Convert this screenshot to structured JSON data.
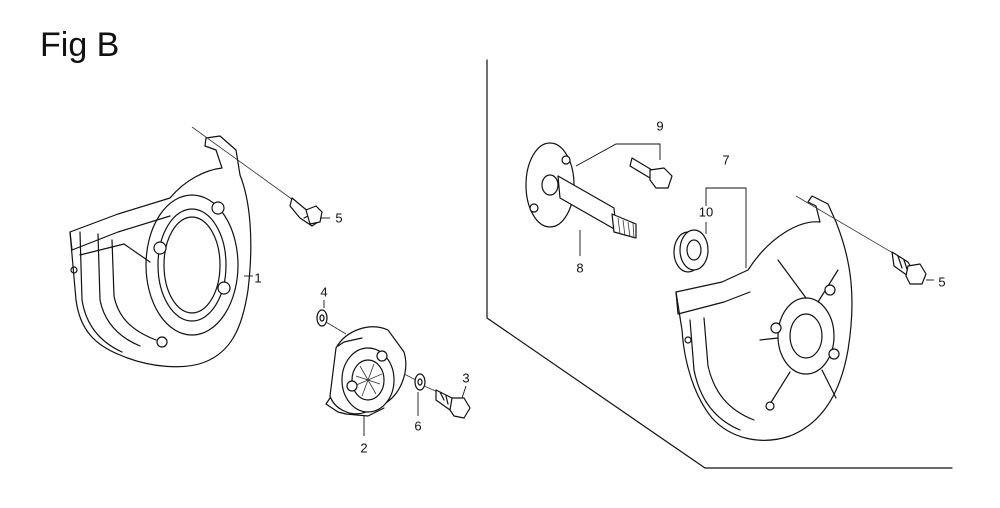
{
  "figure": {
    "title": "Fig B",
    "callouts": {
      "c1": "1",
      "c2": "2",
      "c3": "3",
      "c4": "4",
      "c5a": "5",
      "c6": "6",
      "c7": "7",
      "c8": "8",
      "c9": "9",
      "c10": "10",
      "c5b": "5"
    }
  }
}
